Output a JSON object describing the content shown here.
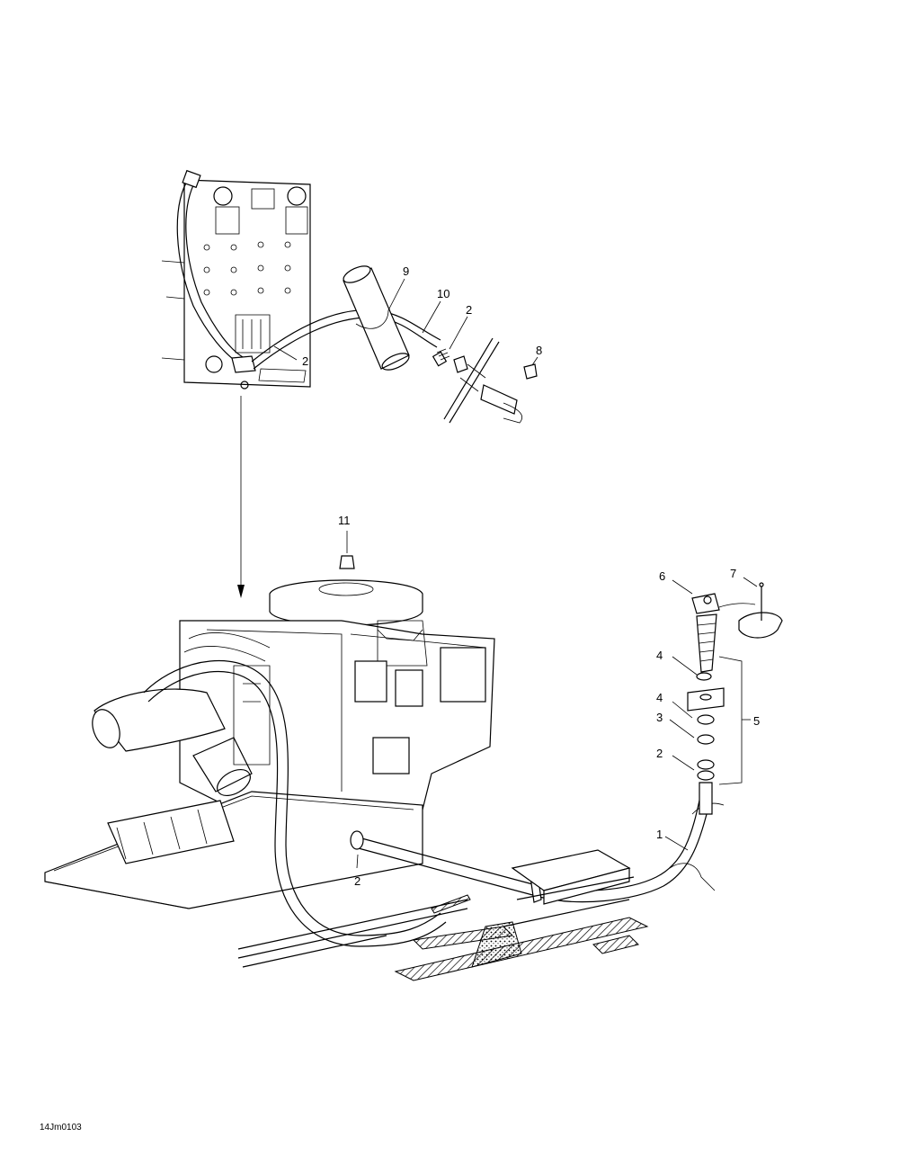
{
  "callouts": [
    {
      "id": "c9",
      "text": "9"
    },
    {
      "id": "c10",
      "text": "10"
    },
    {
      "id": "c2a",
      "text": "2"
    },
    {
      "id": "c2b",
      "text": "2"
    },
    {
      "id": "c8",
      "text": "8"
    },
    {
      "id": "c11",
      "text": "11"
    },
    {
      "id": "c6",
      "text": "6"
    },
    {
      "id": "c7",
      "text": "7"
    },
    {
      "id": "c4a",
      "text": "4"
    },
    {
      "id": "c4b",
      "text": "4"
    },
    {
      "id": "c3",
      "text": "3"
    },
    {
      "id": "c5",
      "text": "5"
    },
    {
      "id": "c2c",
      "text": "2"
    },
    {
      "id": "c1",
      "text": "1"
    },
    {
      "id": "c2d",
      "text": "2"
    }
  ],
  "figure_code": "14Jm0103"
}
